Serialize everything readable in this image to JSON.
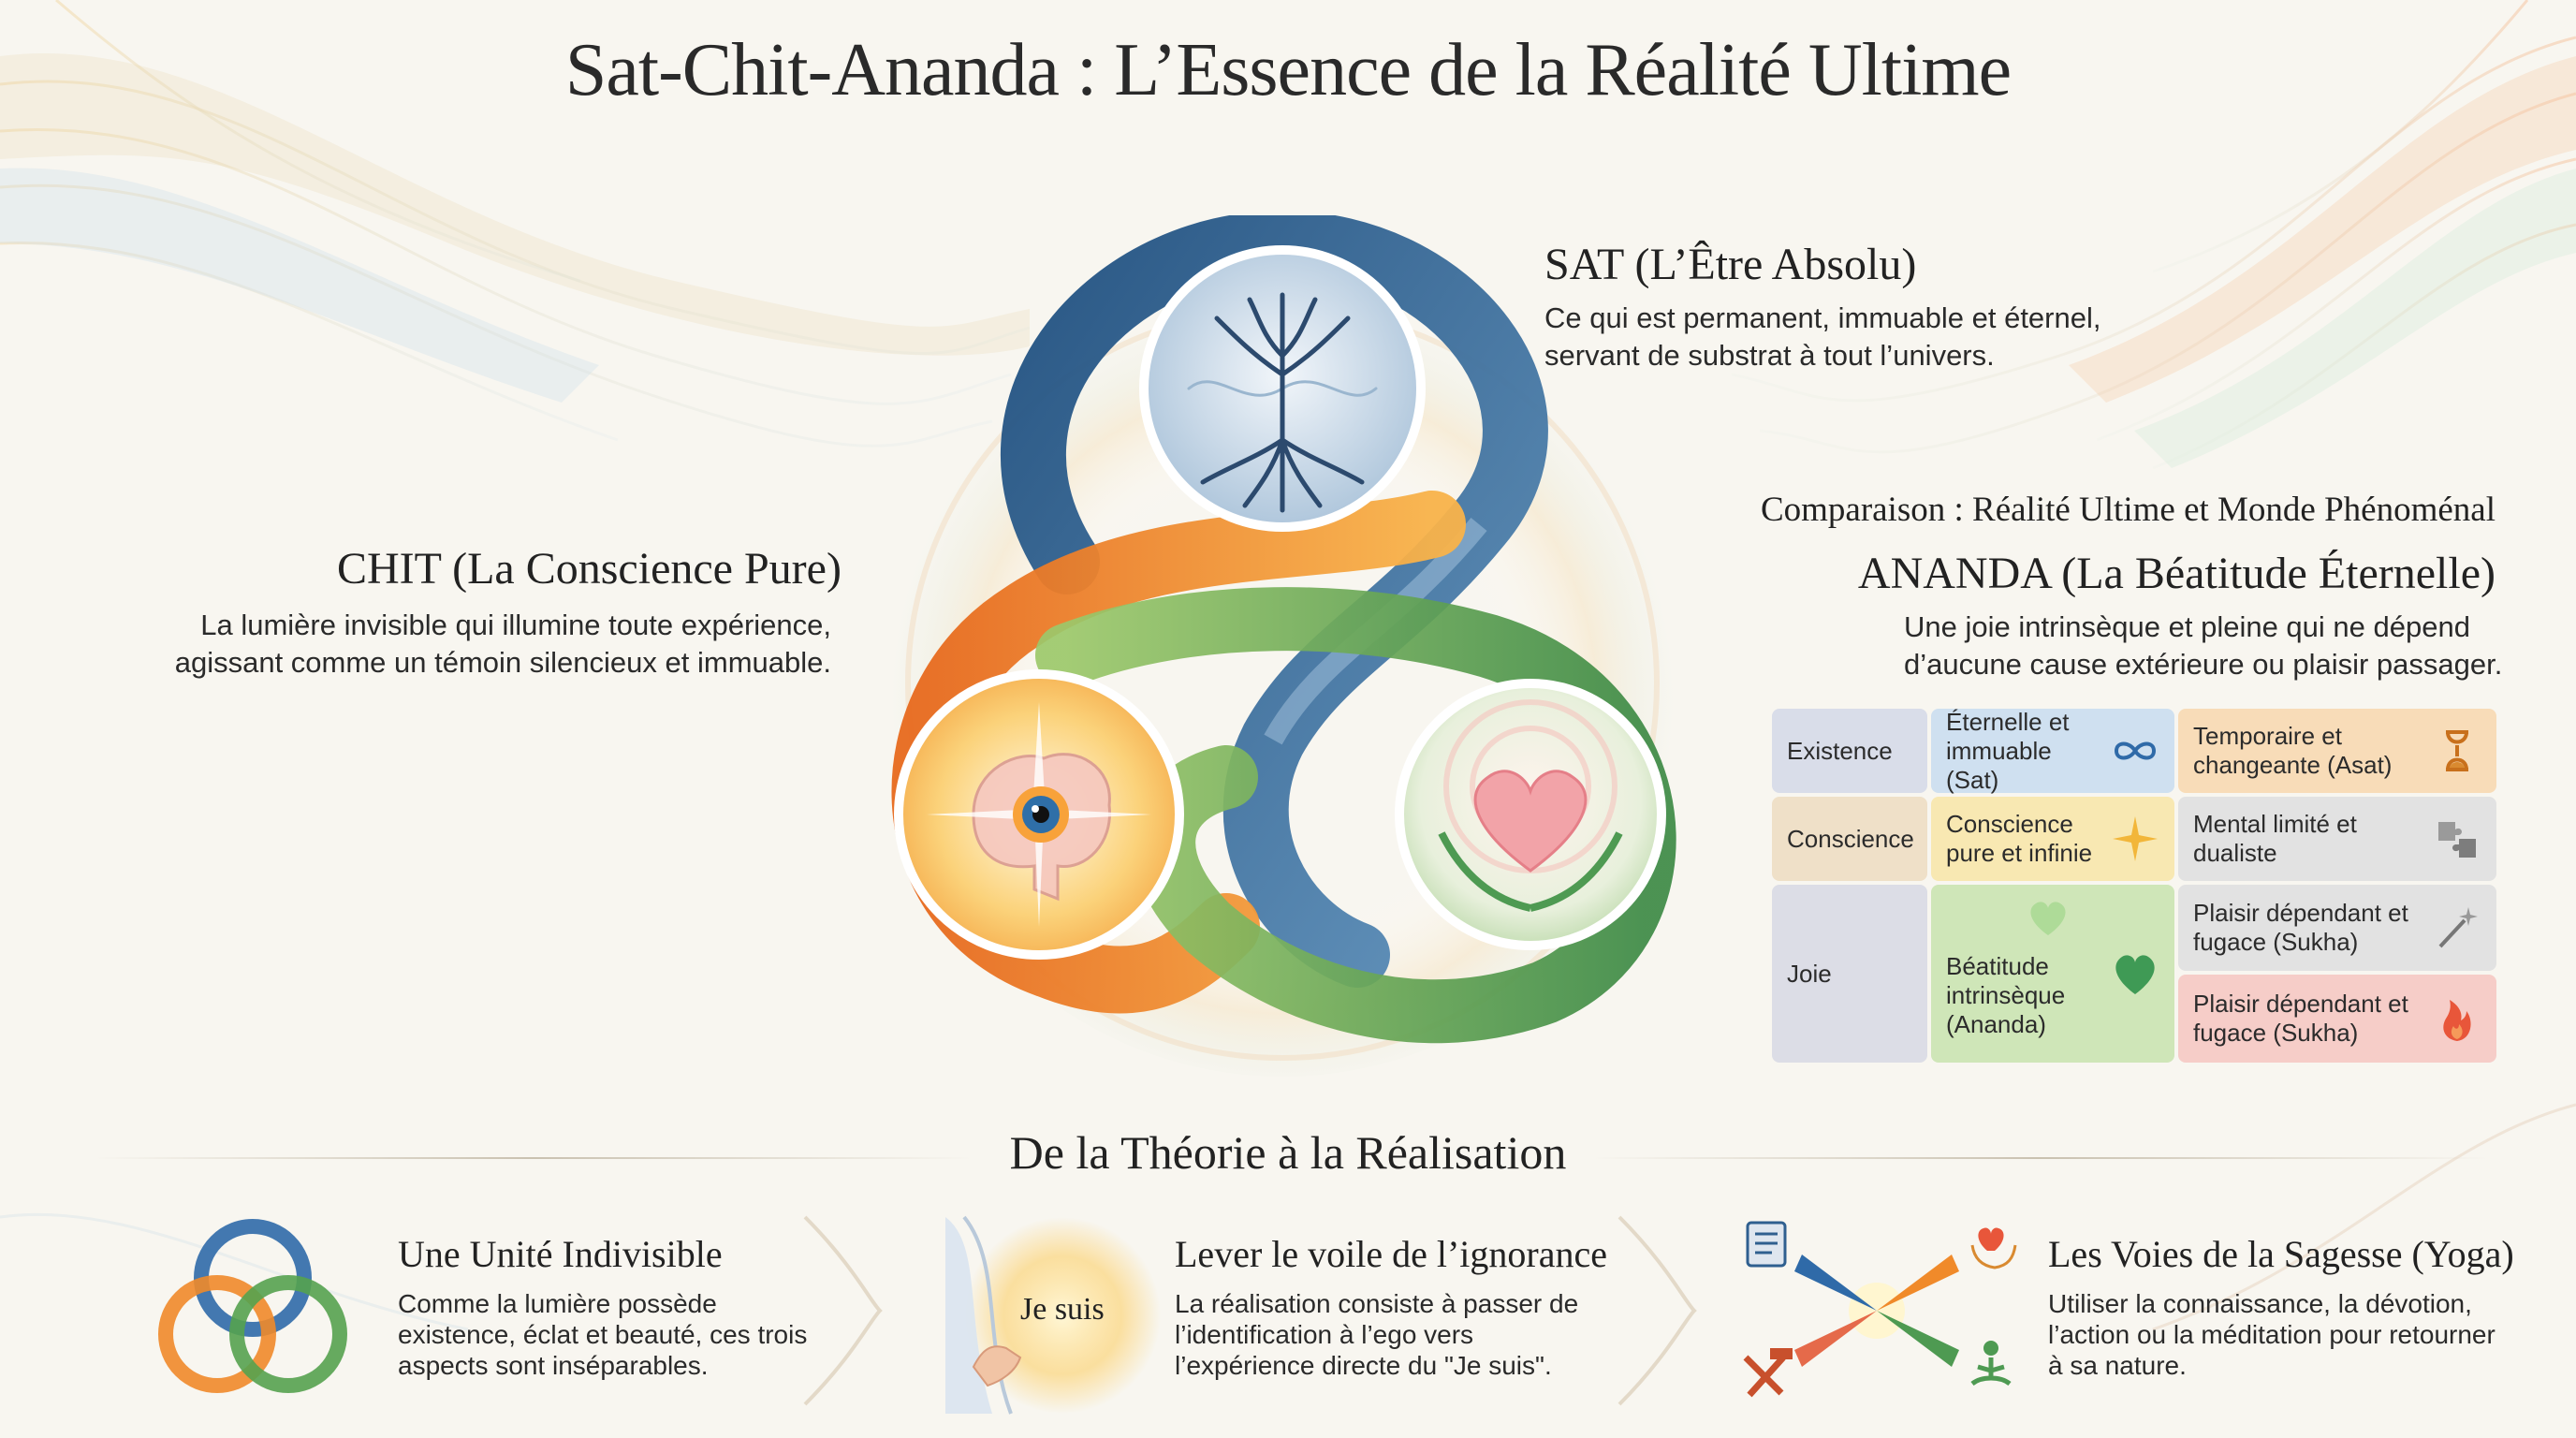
{
  "title": "Sat-Chit-Ananda : L’Essence de la Réalité Ultime",
  "sat": {
    "title": "SAT (L’Être Absolu)",
    "desc": "Ce qui est permanent, immuable et éternel, servant de substrat à tout l’univers."
  },
  "chit": {
    "title": "CHIT (La Conscience Pure)",
    "desc": "La lumière invisible qui illumine toute expérience, agissant comme un témoin silencieux et immuable."
  },
  "comparison": {
    "heading": "Comparaison : Réalité Ultime et Monde Phénoménal",
    "rows": {
      "existence": {
        "label": "Existence",
        "ultimate": "Éternelle et immuable (Sat)",
        "phenomenal": "Temporaire et changeante (Asat)"
      },
      "conscience": {
        "label": "Conscience",
        "ultimate": "Conscience pure et infinie",
        "phenomenal": "Mental limité et dualiste"
      },
      "joie": {
        "label": "Joie",
        "ultimate": "Béatitude intrinsèque (Ananda)",
        "phenomenal_1": "Plaisir dépendant et fugace (Sukha)",
        "phenomenal_2": "Plaisir dépendant et fugace (Sukha)"
      }
    },
    "icons": [
      "infinity-icon",
      "hourglass-icon",
      "sparkle-icon",
      "puzzle-icon",
      "heart-icon",
      "magic-wand-icon",
      "flame-icon"
    ]
  },
  "ananda": {
    "title": "ANANDA (La Béatitude Éternelle)",
    "desc": "Une joie intrinsèque et pleine qui ne dépend d’aucune cause extérieure ou plaisir passager."
  },
  "bottom": {
    "heading": "De la Théorie à la Réalisation",
    "steps": [
      {
        "title": "Une Unité Indivisible",
        "desc": "Comme la lumière possède existence, éclat et beauté, ces trois aspects sont inséparables."
      },
      {
        "title": "Lever le voile de l’ignorance",
        "desc": "La réalisation consiste à passer de l’identification à l’ego vers l’expérience directe du \"Je suis\".",
        "icon_text": "Je suis"
      },
      {
        "title": "Les Voies de la Sagesse (Yoga)",
        "desc": "Utiliser la connaissance, la dévotion, l’action ou la méditation pour retourner à sa nature."
      }
    ]
  },
  "colors": {
    "sat_blue": "#2f5f8f",
    "chit_orange": "#f08a2a",
    "ananda_green": "#4e9a52",
    "background": "#f8f6f0"
  }
}
